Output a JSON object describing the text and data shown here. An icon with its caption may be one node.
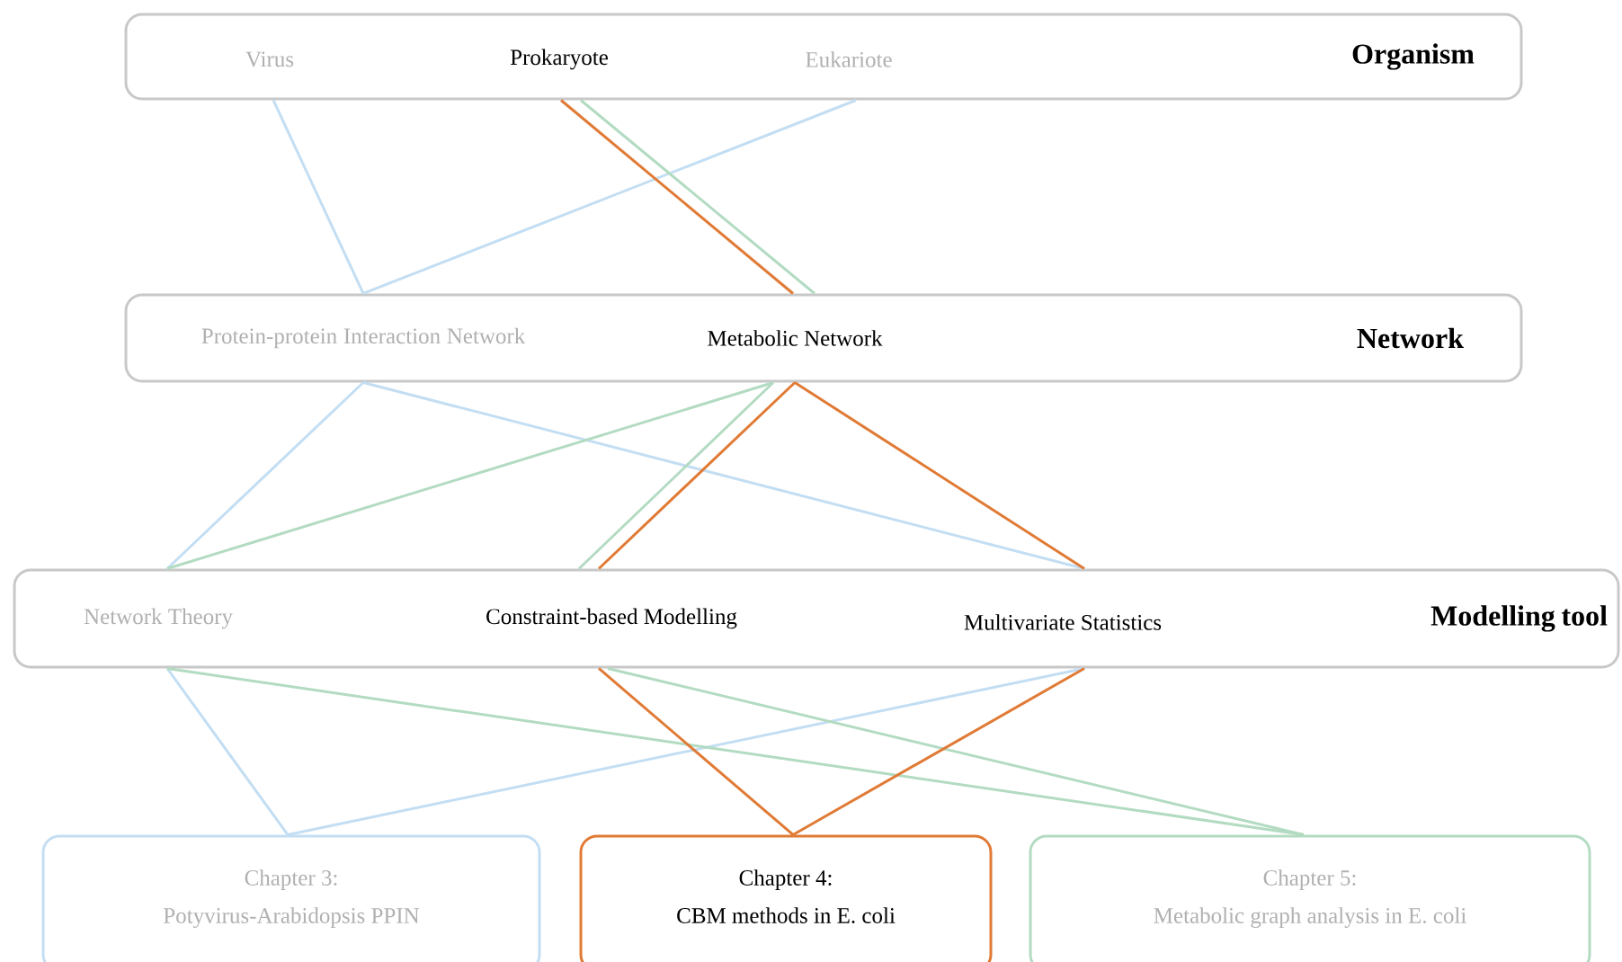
{
  "diagram": {
    "nodes": [
      {
        "text": [
          "Organism"
        ]
      },
      {
        "text": [
          "Virus"
        ],
        "in": 0
      },
      {
        "text": [
          "Prokaryote"
        ],
        "in": 0
      },
      {
        "text": [
          "Eukariote"
        ],
        "in": 0
      },
      {
        "text": [
          "Network"
        ]
      },
      {
        "text": [
          "Protein-protein Interaction Network"
        ],
        "in": 4
      },
      {
        "text": [
          "Metabolic Network"
        ],
        "in": 4
      },
      {
        "text": [
          "Modelling tool"
        ]
      },
      {
        "text": [
          "Network Theory"
        ],
        "in": 7
      },
      {
        "text": [
          "Constraint-based Modelling"
        ],
        "in": 7
      },
      {
        "text": [
          "Multivariate Statistics"
        ],
        "in": 7
      },
      {
        "text": [
          "Chapter 3:",
          "Potyvirus-Arabidopsis PPIN"
        ]
      },
      {
        "text": [
          "Chapter 4:",
          "CBM methods in E. coli"
        ]
      },
      {
        "text": [
          "Chapter 5:",
          "Metabolic graph analysis in E. coli"
        ]
      }
    ],
    "edges": [
      {
        "from": 1,
        "to": 5,
        "arrow": "none",
        "color": "#c3def3"
      },
      {
        "from": 3,
        "to": 5,
        "arrow": "none",
        "color": "#c3def3"
      },
      {
        "from": 2,
        "to": 6,
        "arrow": "none",
        "color": "#b3dbc2"
      },
      {
        "from": 2,
        "to": 6,
        "arrow": "none",
        "color": "#e07a35"
      },
      {
        "from": 5,
        "to": 8,
        "arrow": "none",
        "color": "#c3def3"
      },
      {
        "from": 5,
        "to": 10,
        "arrow": "none",
        "color": "#c3def3"
      },
      {
        "from": 6,
        "to": 8,
        "arrow": "none",
        "color": "#b3dbc2"
      },
      {
        "from": 6,
        "to": 9,
        "arrow": "none",
        "color": "#b3dbc2"
      },
      {
        "from": 6,
        "to": 9,
        "arrow": "none",
        "color": "#e07a35"
      },
      {
        "from": 6,
        "to": 10,
        "arrow": "none",
        "color": "#e07a35"
      },
      {
        "from": 8,
        "to": 11,
        "arrow": "none",
        "color": "#c3def3"
      },
      {
        "from": 10,
        "to": 11,
        "arrow": "none",
        "color": "#c3def3"
      },
      {
        "from": 8,
        "to": 13,
        "arrow": "none",
        "color": "#b3dbc2"
      },
      {
        "from": 9,
        "to": 13,
        "arrow": "none",
        "color": "#b3dbc2"
      },
      {
        "from": 9,
        "to": 12,
        "arrow": "none",
        "color": "#e07a35"
      },
      {
        "from": 10,
        "to": 12,
        "arrow": "none",
        "color": "#e07a35"
      }
    ]
  }
}
